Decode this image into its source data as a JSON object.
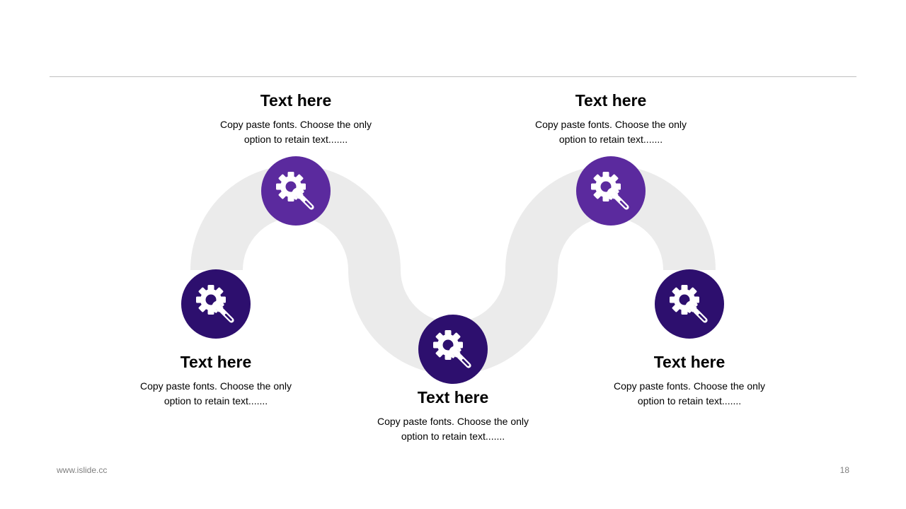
{
  "colors": {
    "node_light": "#5b2a9e",
    "node_dark": "#2d0f6e",
    "wave": "#ebebeb",
    "icon": "#ffffff"
  },
  "steps": [
    {
      "title": "Text here",
      "body_line1": "Copy paste fonts. Choose the only",
      "body_line2": "option to retain text.......",
      "icon": "gear-wrench-icon"
    },
    {
      "title": "Text here",
      "body_line1": "Copy paste fonts. Choose the only",
      "body_line2": "option to retain text.......",
      "icon": "gear-wrench-icon"
    },
    {
      "title": "Text here",
      "body_line1": "Copy paste fonts. Choose the only",
      "body_line2": "option to retain text.......",
      "icon": "gear-wrench-icon"
    },
    {
      "title": "Text here",
      "body_line1": "Copy paste fonts. Choose the only",
      "body_line2": "option to retain text.......",
      "icon": "gear-wrench-icon"
    },
    {
      "title": "Text here",
      "body_line1": "Copy paste fonts. Choose the only",
      "body_line2": "option to retain text.......",
      "icon": "gear-wrench-icon"
    }
  ],
  "footer": {
    "website": "www.islide.cc",
    "page_number": "18"
  }
}
